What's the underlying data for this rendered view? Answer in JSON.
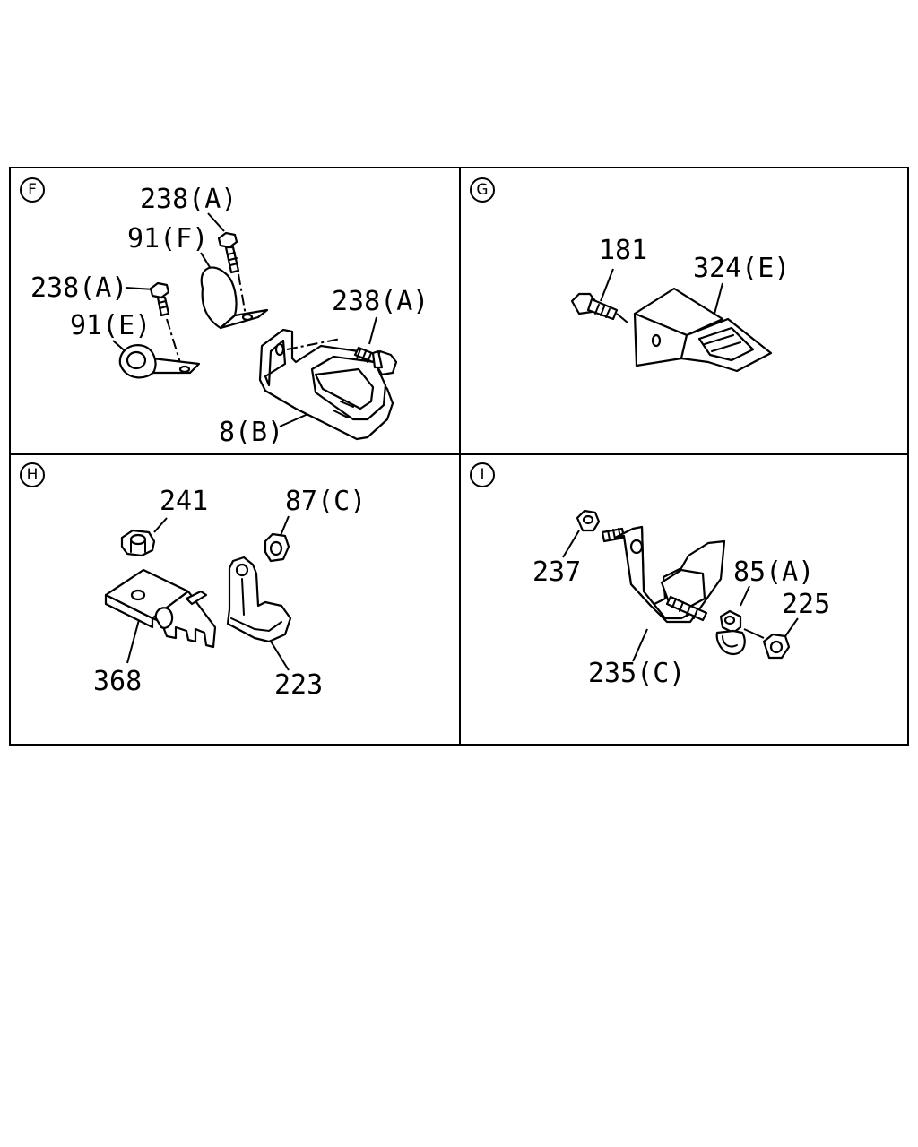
{
  "panels": {
    "f": {
      "id": "F",
      "labels": [
        "238(A)",
        "91(F)",
        "238(A)",
        "91(E)",
        "238(A)",
        "8(B)"
      ]
    },
    "g": {
      "id": "G",
      "labels": [
        "181",
        "324(E)"
      ]
    },
    "h": {
      "id": "H",
      "labels": [
        "241",
        "87(C)",
        "368",
        "223"
      ]
    },
    "i": {
      "id": "I",
      "labels": [
        "237",
        "85(A)",
        "225",
        "235(C)"
      ]
    }
  }
}
